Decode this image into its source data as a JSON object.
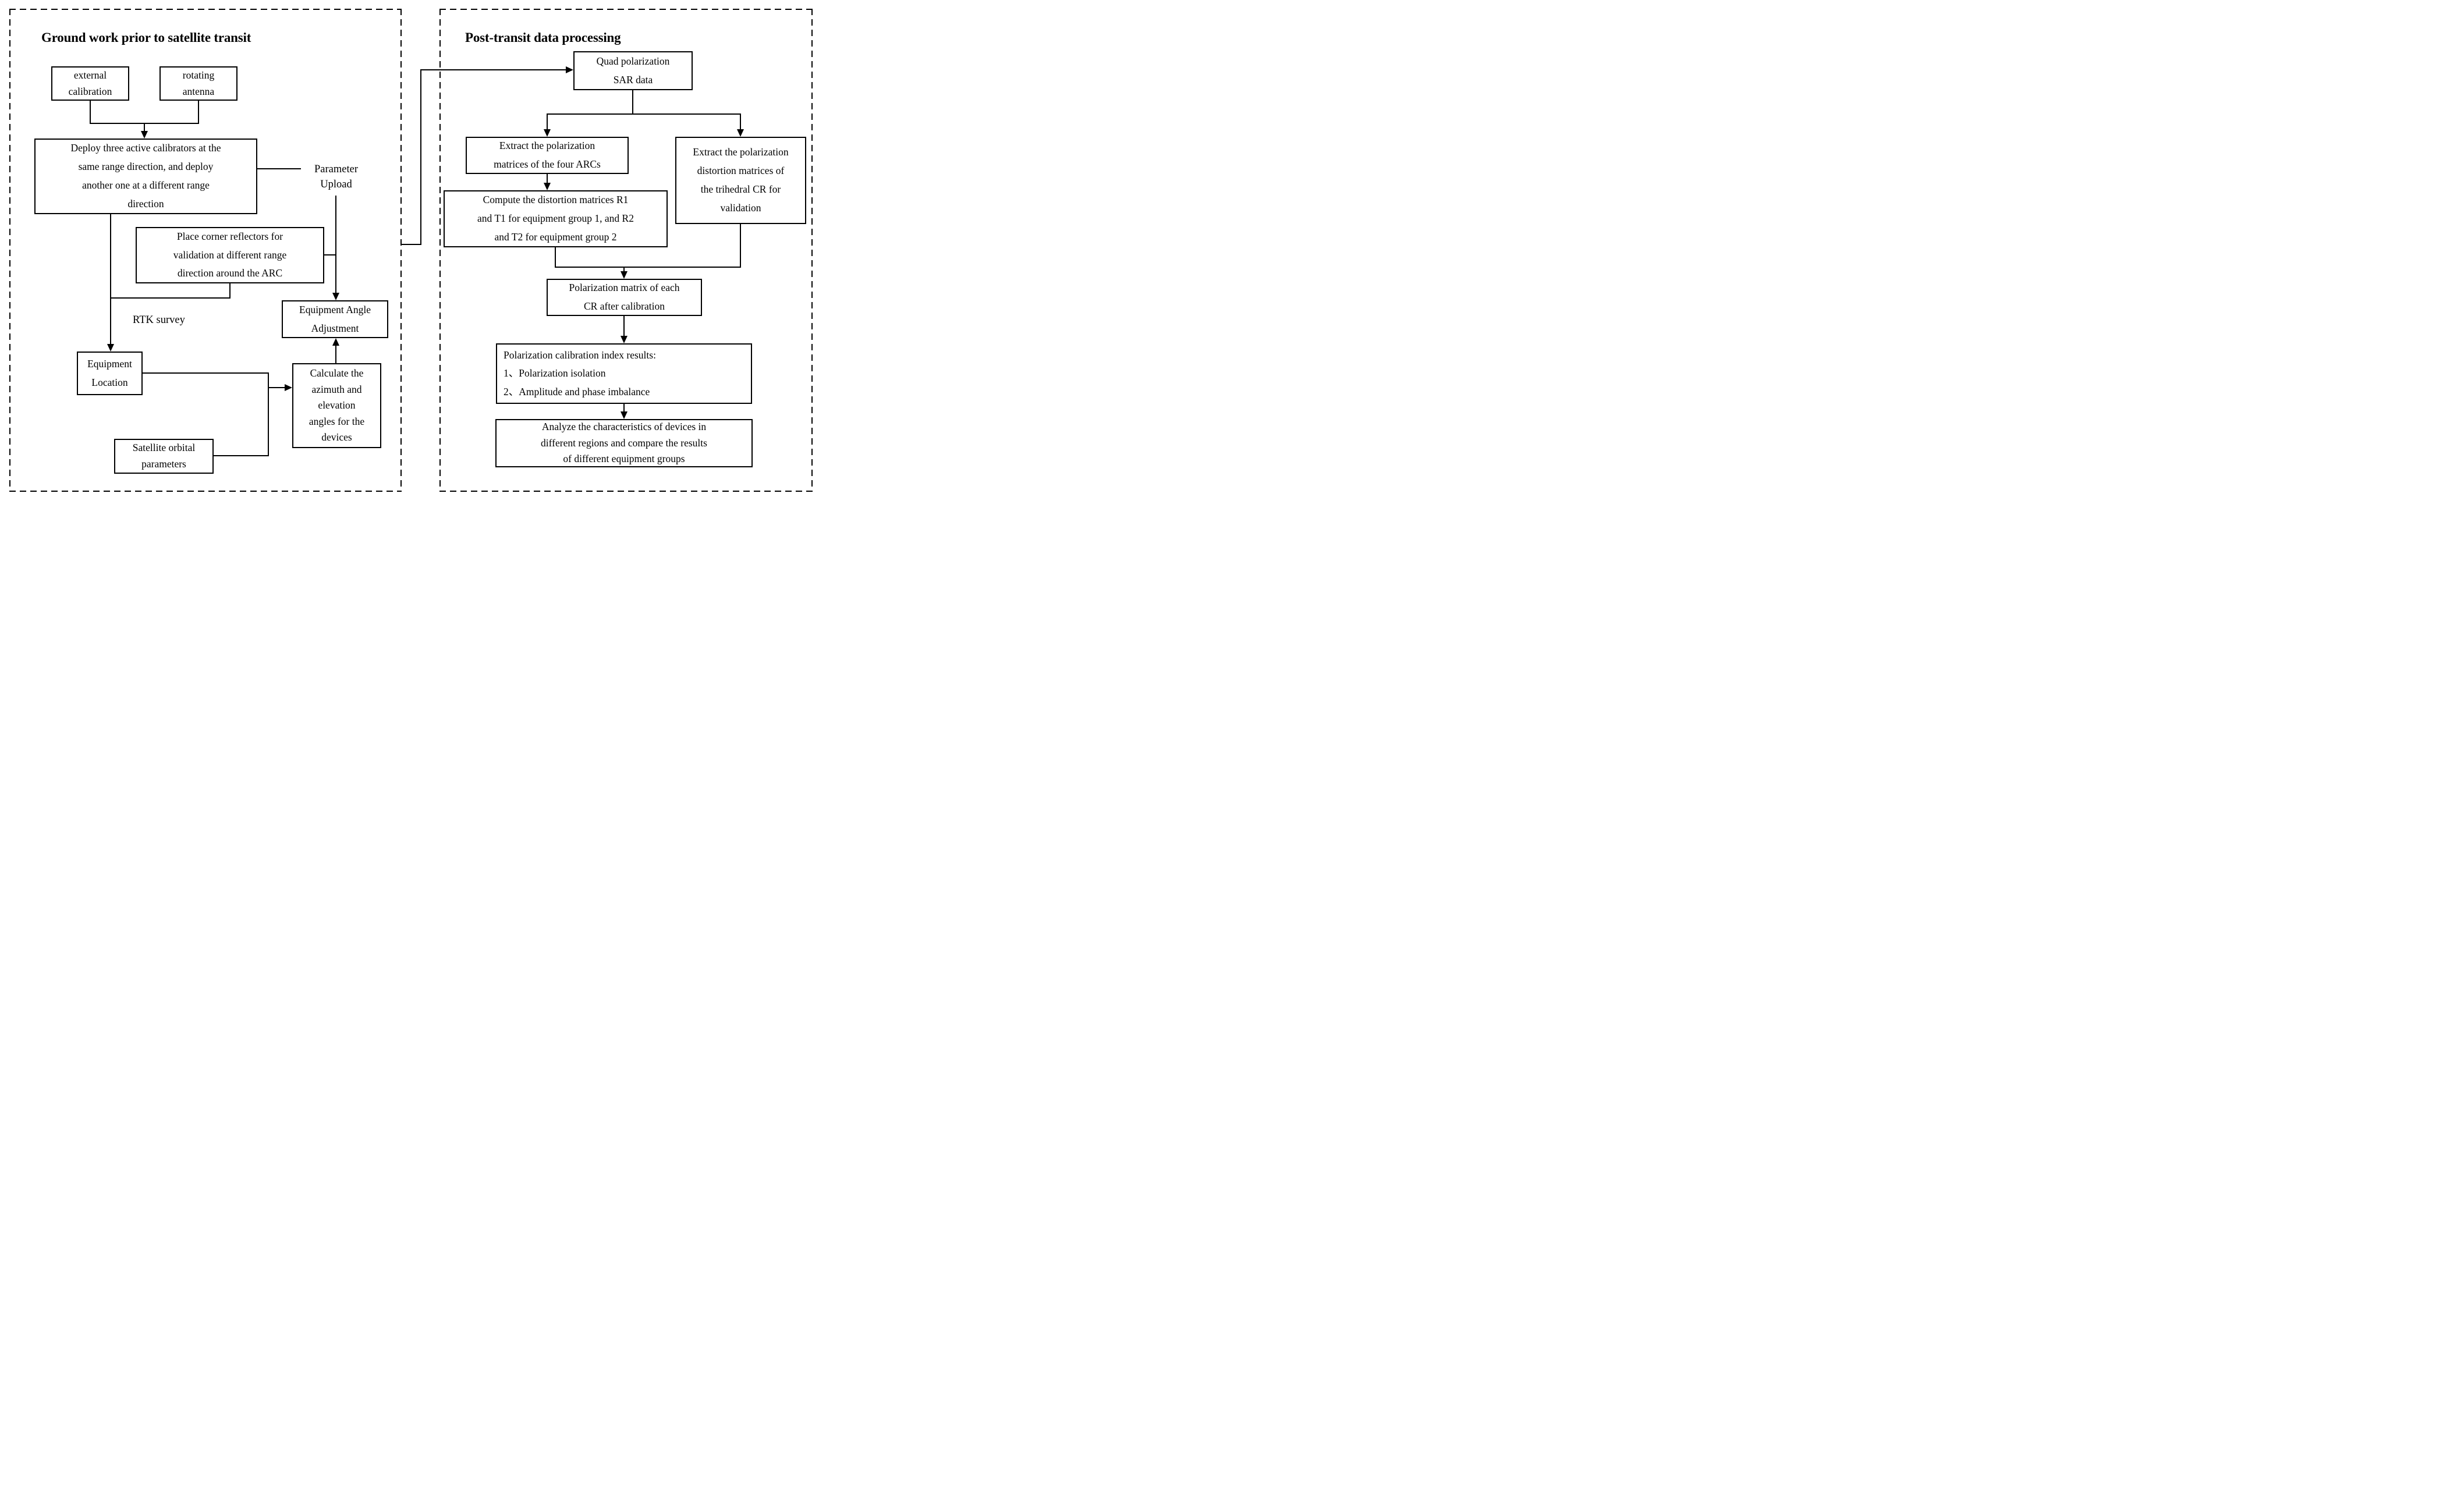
{
  "colors": {
    "ink": "#000000",
    "paper": "#ffffff"
  },
  "left_panel": {
    "title": "Ground work prior to satellite transit",
    "boxes": {
      "external_calibration": {
        "text": "external\ncalibration"
      },
      "rotating_antenna": {
        "text": "rotating\nantenna"
      },
      "deploy_calibrators": {
        "text": "Deploy three active calibrators at the\nsame range direction, and deploy\nanother one at a different range\ndirection"
      },
      "place_corner_reflectors": {
        "text": "Place corner reflectors for\nvalidation at different range\ndirection around the ARC"
      },
      "equipment_location": {
        "text": "Equipment\nLocation"
      },
      "satellite_orbital_parameters": {
        "text": "Satellite orbital\nparameters"
      },
      "equipment_angle_adjustment": {
        "text": "Equipment Angle\nAdjustment"
      },
      "calculate_angles": {
        "text": "Calculate the\nazimuth and\nelevation\nangles for the\ndevices"
      }
    },
    "labels": {
      "parameter_upload": "Parameter\nUpload",
      "rtk_survey": "RTK survey"
    }
  },
  "right_panel": {
    "title": "Post-transit data processing",
    "boxes": {
      "quad_sar_data": {
        "text": "Quad polarization\nSAR data"
      },
      "extract_arc_matrices": {
        "text": "Extract the polarization\nmatrices of the four ARCs"
      },
      "extract_trihedral_matrices": {
        "text": "Extract the polarization\ndistortion matrices of\nthe trihedral CR for\nvalidation"
      },
      "compute_distortion": {
        "text": "Compute the distortion matrices R1\nand T1 for equipment group 1, and R2\nand T2 for equipment group 2"
      },
      "polarization_matrix_cr": {
        "text": "Polarization matrix of each\nCR after calibration"
      },
      "calibration_index_results": {
        "text": "Polarization calibration index results:\n1、Polarization isolation\n2、Amplitude and phase imbalance"
      },
      "analyze_characteristics": {
        "text": "Analyze the characteristics of devices in\ndifferent regions and compare the results\nof different equipment groups"
      }
    }
  }
}
